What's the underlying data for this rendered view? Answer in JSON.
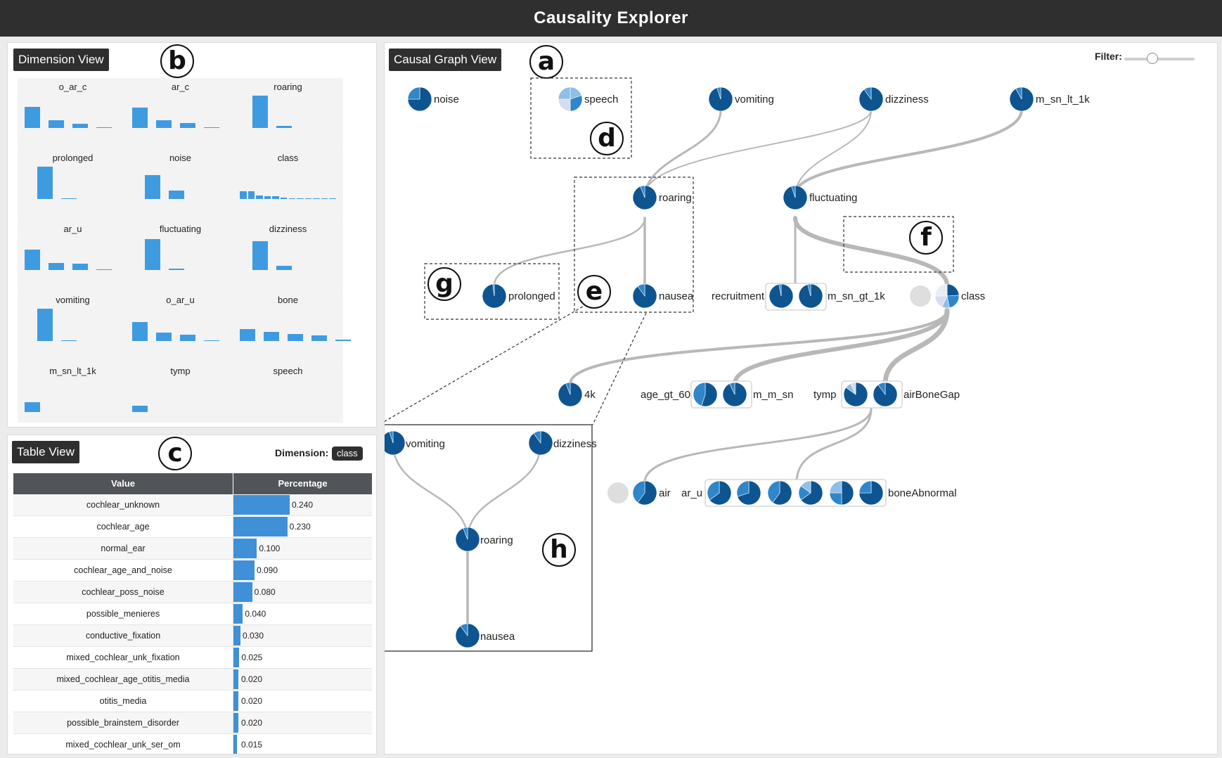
{
  "app": {
    "title": "Causality Explorer"
  },
  "dimension_view": {
    "label": "Dimension View",
    "marker": "b",
    "cards": [
      {
        "name": "o_ar_c",
        "bars": [
          0.65,
          0.25,
          0.14,
          0.03
        ]
      },
      {
        "name": "ar_c",
        "bars": [
          0.62,
          0.25,
          0.16,
          0.03
        ]
      },
      {
        "name": "roaring",
        "bars": [
          1.0,
          0.06
        ]
      },
      {
        "name": "prolonged",
        "bars": [
          1.0,
          0.02
        ]
      },
      {
        "name": "noise",
        "bars": [
          0.75,
          0.27
        ]
      },
      {
        "name": "class",
        "bars": [
          0.24,
          0.23,
          0.1,
          0.09,
          0.08,
          0.04,
          0.03,
          0.025,
          0.02,
          0.02,
          0.02,
          0.015
        ]
      },
      {
        "name": "ar_u",
        "bars": [
          0.63,
          0.22,
          0.2,
          0.03
        ]
      },
      {
        "name": "fluctuating",
        "bars": [
          0.95,
          0.05
        ]
      },
      {
        "name": "dizziness",
        "bars": [
          0.9,
          0.12
        ]
      },
      {
        "name": "vomiting",
        "bars": [
          1.0,
          0.03
        ]
      },
      {
        "name": "o_ar_u",
        "bars": [
          0.58,
          0.26,
          0.2,
          0.03
        ]
      },
      {
        "name": "bone",
        "bars": [
          0.38,
          0.28,
          0.22,
          0.18,
          0.04
        ]
      },
      {
        "name": "m_sn_lt_1k",
        "bars": [
          0.3
        ]
      },
      {
        "name": "tymp",
        "bars": [
          0.2
        ]
      },
      {
        "name": "speech",
        "bars": []
      }
    ]
  },
  "table_view": {
    "label": "Table View",
    "marker": "c",
    "dimension_label": "Dimension:",
    "dimension_value": "class",
    "columns": [
      "Value",
      "Percentage"
    ],
    "rows": [
      {
        "value": "cochlear_unknown",
        "pct": 0.24,
        "pct_text": "0.240"
      },
      {
        "value": "cochlear_age",
        "pct": 0.23,
        "pct_text": "0.230"
      },
      {
        "value": "normal_ear",
        "pct": 0.1,
        "pct_text": "0.100"
      },
      {
        "value": "cochlear_age_and_noise",
        "pct": 0.09,
        "pct_text": "0.090"
      },
      {
        "value": "cochlear_poss_noise",
        "pct": 0.08,
        "pct_text": "0.080"
      },
      {
        "value": "possible_menieres",
        "pct": 0.04,
        "pct_text": "0.040"
      },
      {
        "value": "conductive_fixation",
        "pct": 0.03,
        "pct_text": "0.030"
      },
      {
        "value": "mixed_cochlear_unk_fixation",
        "pct": 0.025,
        "pct_text": "0.025"
      },
      {
        "value": "mixed_cochlear_age_otitis_media",
        "pct": 0.02,
        "pct_text": "0.020"
      },
      {
        "value": "otitis_media",
        "pct": 0.02,
        "pct_text": "0.020"
      },
      {
        "value": "possible_brainstem_disorder",
        "pct": 0.02,
        "pct_text": "0.020"
      },
      {
        "value": "mixed_cochlear_unk_ser_om",
        "pct": 0.015,
        "pct_text": "0.015"
      }
    ]
  },
  "graph_view": {
    "label": "Causal Graph View",
    "marker": "a",
    "filter_label": "Filter:",
    "filter_level": 0.4,
    "annotation_markers": [
      "d",
      "e",
      "f",
      "g",
      "h"
    ],
    "node_labels": {
      "noise": "noise",
      "speech": "speech",
      "vomiting": "vomiting",
      "dizziness": "dizziness",
      "m_sn_lt_1k": "m_sn_lt_1k",
      "roaring": "roaring",
      "fluctuating": "fluctuating",
      "prolonged": "prolonged",
      "nausea": "nausea",
      "recruitment": "recruitment",
      "m_sn_gt_1k": "m_sn_gt_1k",
      "class": "class",
      "4k": "4k",
      "age_gt_60": "age_gt_60",
      "m_m_sn": "m_m_sn",
      "tymp": "tymp",
      "airBoneGap": "airBoneGap",
      "air": "air",
      "ar_u": "ar_u",
      "boneAbnormal": "boneAbnormal"
    },
    "inset_labels": {
      "vomiting": "vomiting",
      "dizziness": "dizziness",
      "roaring": "roaring",
      "nausea": "nausea"
    },
    "colors": {
      "node_dark": "#0e5490",
      "node_mid": "#2f86c8",
      "node_light": "#8fbfe6",
      "node_pale": "#d7ddee",
      "edge": "#b8b8b8"
    }
  }
}
